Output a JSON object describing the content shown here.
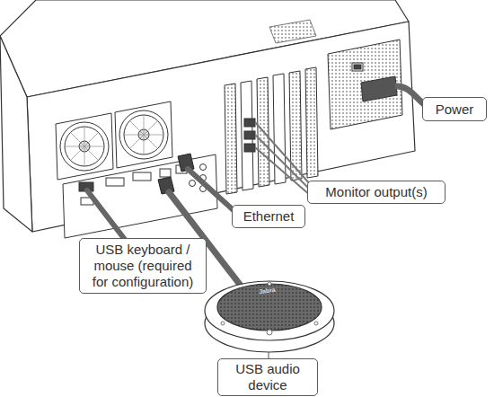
{
  "diagram": {
    "nodes": [
      {
        "text": [
          "Power"
        ]
      },
      {
        "text": [
          "Monitor output(s)"
        ]
      },
      {
        "text": [
          "Ethernet"
        ]
      },
      {
        "text": [
          "USB keyboard / mouse (required for configuration)"
        ]
      },
      {
        "text": [
          "USB audio device"
        ]
      }
    ],
    "labels": [
      "Jabra"
    ]
  }
}
